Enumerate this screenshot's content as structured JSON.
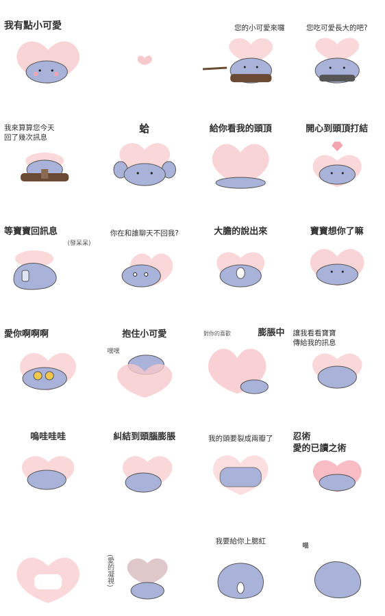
{
  "colors": {
    "heart": "#f8c9cc",
    "heart_light": "#fbe2e3",
    "seal": "#a9b2d8",
    "seal_dark": "#7b86b8",
    "brown": "#6b4a34",
    "cheek": "#f4a6b0"
  },
  "stickers": [
    {
      "caption": "我有點小可愛",
      "extra": ""
    },
    {
      "caption": "",
      "extra": ""
    },
    {
      "caption": "您的小可愛來囉",
      "extra": ""
    },
    {
      "caption": "您吃可愛長大的吧?",
      "extra": ""
    },
    {
      "caption": "我來算算您今天\n回了幾次訊息",
      "extra": ""
    },
    {
      "caption": "蛤",
      "extra": ""
    },
    {
      "caption": "給你看我的頭頂",
      "extra": ""
    },
    {
      "caption": "開心到頭頂打結",
      "extra": ""
    },
    {
      "caption": "等寶寶回訊息",
      "extra": "(發呆呆)"
    },
    {
      "caption": "你在和誰聊天不回我?",
      "extra": ""
    },
    {
      "caption": "大膽的說出來",
      "extra": ""
    },
    {
      "caption": "寶寶想你了嘛",
      "extra": ""
    },
    {
      "caption": "愛你啊啊啊",
      "extra": ""
    },
    {
      "caption": "抱住小可愛",
      "extra": "嘿嘿"
    },
    {
      "caption": "膨脹中",
      "extra": "對你的喜歡"
    },
    {
      "caption": "讓我看看寶寶\n傳給我的訊息",
      "extra": ""
    },
    {
      "caption": "嗚哇哇哇",
      "extra": ""
    },
    {
      "caption": "糾結到頭腦膨脹",
      "extra": ""
    },
    {
      "caption": "我的頭要裂成兩瓣了",
      "extra": ""
    },
    {
      "caption": "忍術\n愛的已讀之術",
      "extra": ""
    },
    {
      "caption": "",
      "extra": ""
    },
    {
      "caption": "",
      "extra": "(愛的凝視)"
    },
    {
      "caption": "我要給你上腮紅",
      "extra": ""
    },
    {
      "caption": "",
      "extra": "喵"
    }
  ]
}
